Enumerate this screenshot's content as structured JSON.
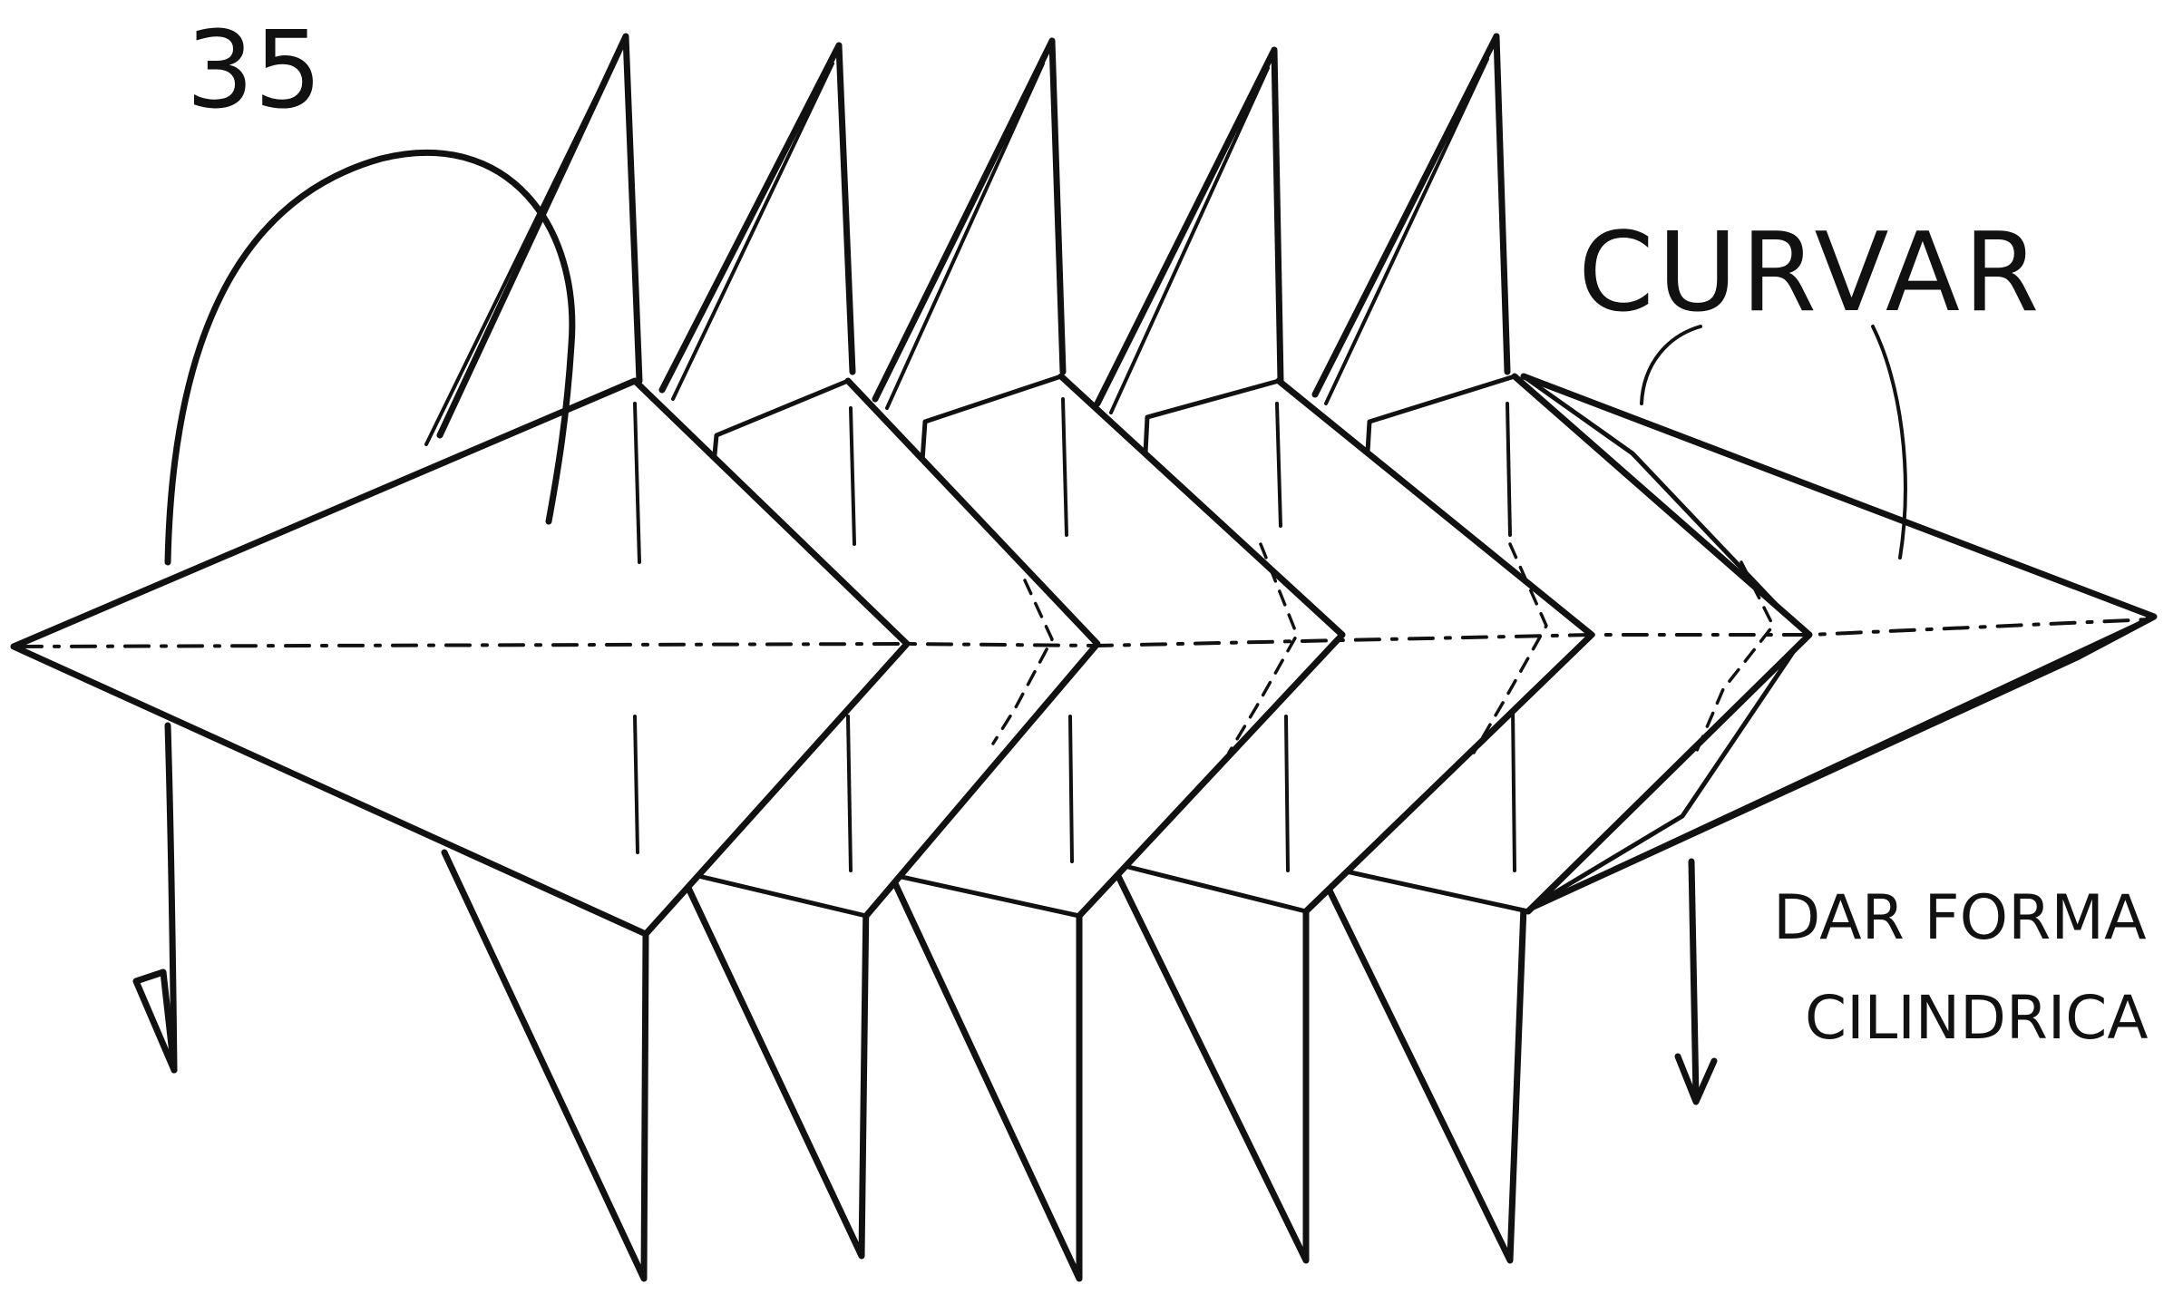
{
  "step_number": "35",
  "labels": {
    "curvar": "CURVAR",
    "dar_forma_line1": "DAR FORMA",
    "dar_forma_line2": "CILINDRICA"
  },
  "colors": {
    "ink": "#111111",
    "paper": "#ffffff"
  },
  "icons": {
    "curved_arrow": "curved-rotate-arrow",
    "down_arrow": "down-arrow"
  }
}
